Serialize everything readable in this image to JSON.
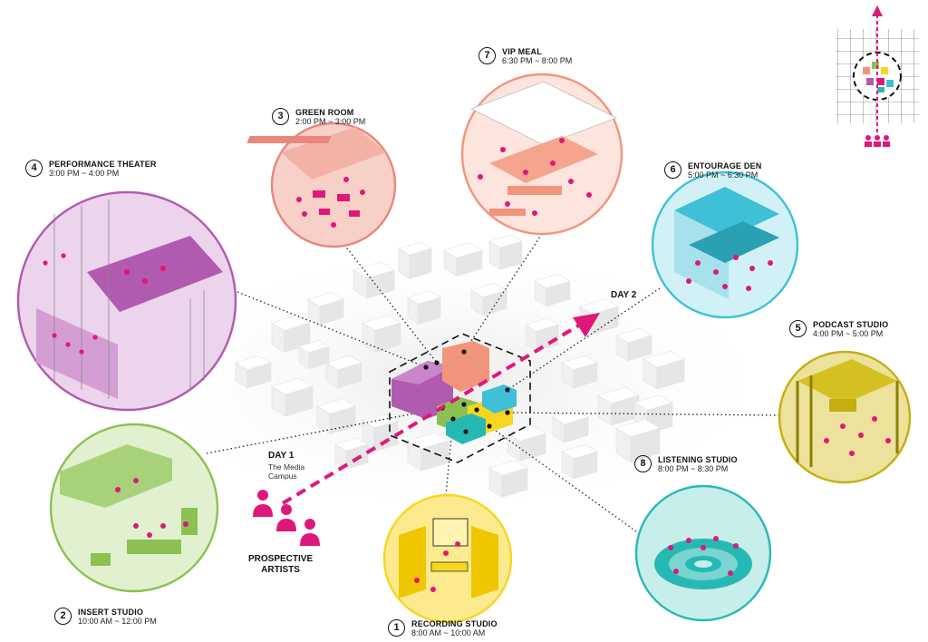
{
  "colors": {
    "magenta": "#e0177a",
    "purple": "#b15bb0",
    "coral": "#f1957d",
    "salmon": "#e8877d",
    "green": "#8cc152",
    "yellow": "#f7d620",
    "teal": "#26b9b4",
    "cyan": "#3ec0d6",
    "olive": "#c4ae10"
  },
  "stops": [
    {
      "number": "1",
      "title": "RECORDING STUDIO",
      "time": "8:00 AM ~ 10:00 AM",
      "icon": "recording-studio-icon"
    },
    {
      "number": "2",
      "title": "INSERT STUDIO",
      "time": "10:00 AM ~ 12:00 PM",
      "icon": "insert-studio-icon"
    },
    {
      "number": "3",
      "title": "GREEN ROOM",
      "time": "2:00 PM ~ 3:00 PM",
      "icon": "green-room-icon"
    },
    {
      "number": "4",
      "title": "PERFORMANCE THEATER",
      "time": "3:00 PM ~ 4:00 PM",
      "icon": "performance-theater-icon"
    },
    {
      "number": "5",
      "title": "PODCAST STUDIO",
      "time": "4:00 PM ~ 5:00 PM",
      "icon": "podcast-studio-icon"
    },
    {
      "number": "6",
      "title": "ENTOURAGE DEN",
      "time": "5:00 PM ~ 6:30 PM",
      "icon": "entourage-den-icon"
    },
    {
      "number": "7",
      "title": "VIP MEAL",
      "time": "6:30 PM ~ 8:00 PM",
      "icon": "vip-meal-icon"
    },
    {
      "number": "8",
      "title": "LISTENING STUDIO",
      "time": "8:00 PM ~ 8:30 PM",
      "icon": "listening-studio-icon"
    }
  ],
  "day1": {
    "label": "DAY 1",
    "place_line1": "The Media",
    "place_line2": "Campus"
  },
  "day2": {
    "label": "DAY 2"
  },
  "artists": {
    "line1": "PROSPECTIVE",
    "line2": "ARTISTS"
  }
}
